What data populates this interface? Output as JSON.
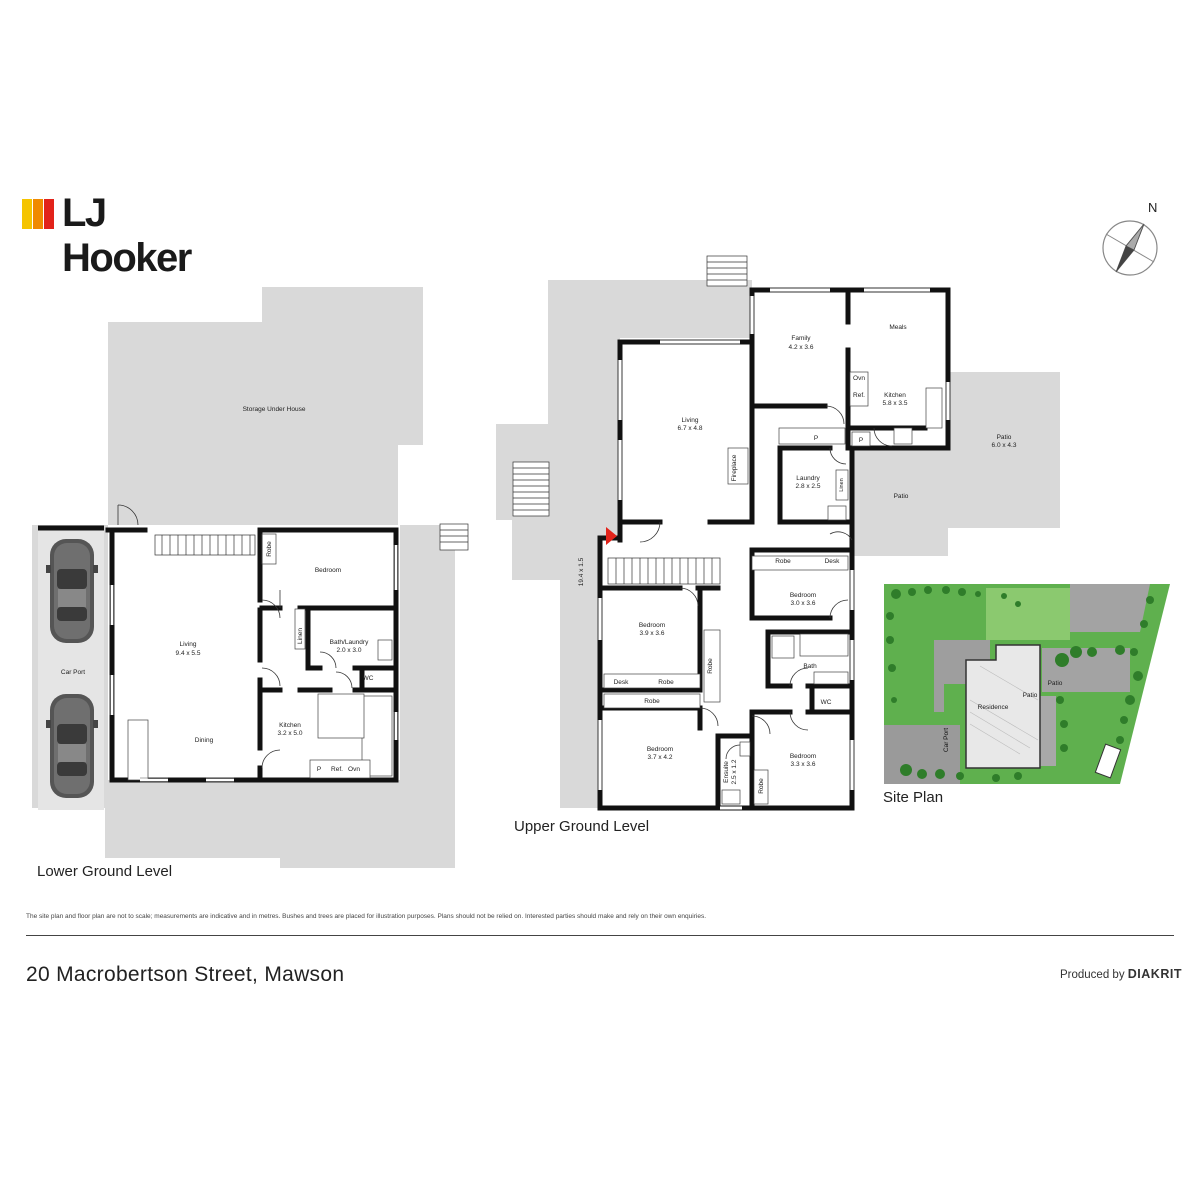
{
  "brand": {
    "name": "LJ Hooker",
    "colors": [
      "#F5C400",
      "#F08A00",
      "#E2231A"
    ]
  },
  "compass": {
    "label": "N"
  },
  "levels": {
    "lower": {
      "label": "Lower Ground Level",
      "rooms": {
        "storage": "Storage Under House",
        "bedroom": "Bedroom",
        "robe": "Robe",
        "linen": "Linen",
        "bath_laundry": "Bath/Laundry",
        "bath_laundry_size": "2.0 x 3.0",
        "wc": "WC",
        "living": "Living",
        "living_size": "9.4 x 5.5",
        "dining": "Dining",
        "kitchen": "Kitchen",
        "kitchen_size": "3.2 x 5.0",
        "p": "P",
        "ref": "Ref.",
        "ovn": "Ovn",
        "carport": "Car Port"
      }
    },
    "upper": {
      "label": "Upper Ground Level",
      "rooms": {
        "family": "Family",
        "family_size": "4.2 x 3.6",
        "meals": "Meals",
        "ovn": "Ovn",
        "ref": "Ref.",
        "kitchen": "Kitchen",
        "kitchen_size": "5.8 x 3.5",
        "living": "Living",
        "living_size": "6.7 x 4.8",
        "fireplace": "Fireplace",
        "p": "P",
        "laundry": "Laundry",
        "laundry_size": "2.8 x 2.5",
        "linen": "Linen",
        "patio": "Patio",
        "patio_large": "Patio",
        "patio_large_size": "6.0 x 4.3",
        "deck_size": "19.4 x 1.5",
        "robe": "Robe",
        "desk": "Desk",
        "bed2": "Bedroom",
        "bed2_size": "3.0 x 3.6",
        "bed1": "Bedroom",
        "bed1_size": "3.9 x 3.6",
        "bath": "Bath",
        "wc": "WC",
        "bed3": "Bedroom",
        "bed3_size": "3.7 x 4.2",
        "ensuite": "Ensuite",
        "ensuite_size": "2.5 x 1.2",
        "bed4": "Bedroom",
        "bed4_size": "3.3 x 3.6"
      }
    },
    "site": {
      "label": "Site Plan",
      "rooms": {
        "residence": "Residence",
        "patio1": "Patio",
        "patio2": "Patio",
        "carport": "Car Port"
      }
    }
  },
  "disclaimer": "The site plan and floor plan are not to scale; measurements are indicative and in metres. Bushes and trees are placed for illustration purposes. Plans should not be relied on. Interested parties should make and rely on their own enquiries.",
  "address": "20 Macrobertson Street, Mawson",
  "producer": {
    "prefix": "Produced by",
    "name": "DIAKRIT"
  }
}
